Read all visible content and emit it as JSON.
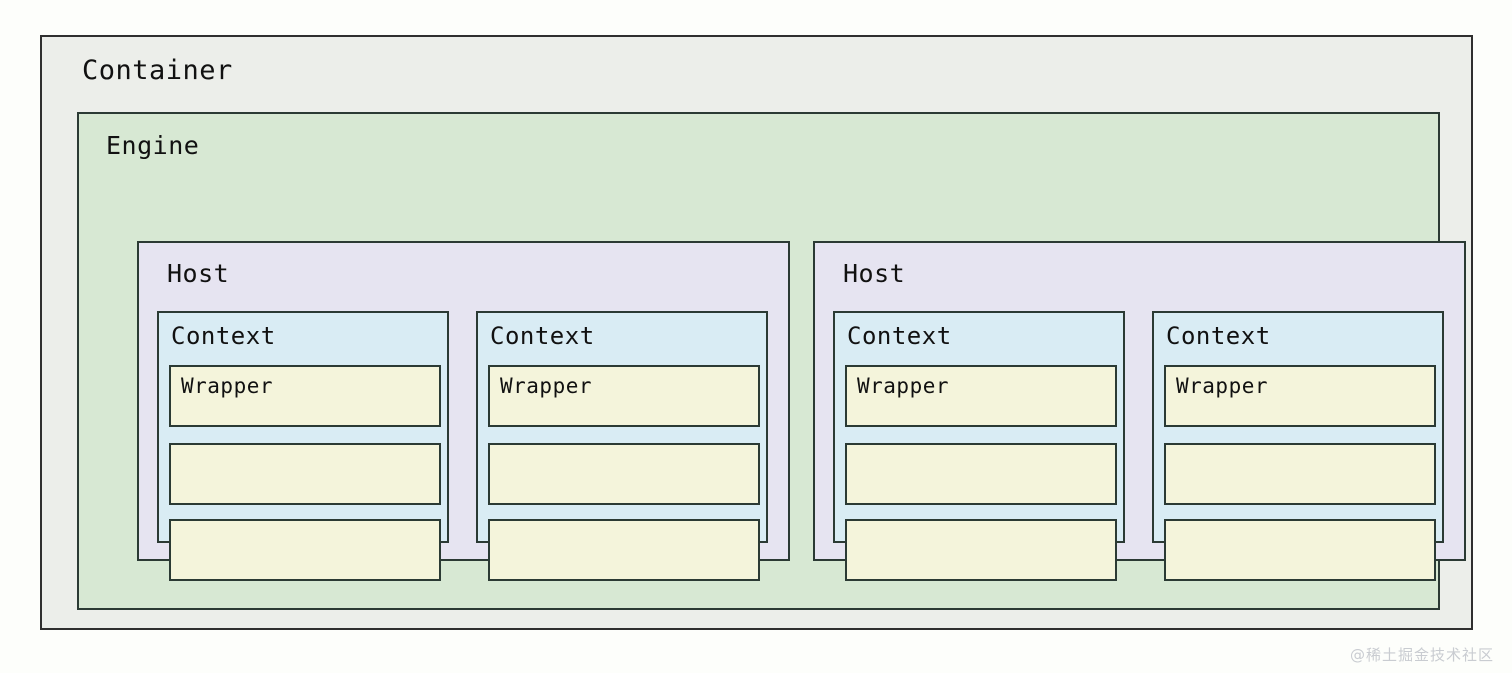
{
  "diagram": {
    "type": "nested-architecture",
    "background_color": "#fdfefb",
    "border_color": "#2b3a34",
    "container": {
      "label": "Container",
      "fill": "#eceeea",
      "engine": {
        "label": "Engine",
        "fill": "#d7e8d3",
        "hosts": [
          {
            "label": "Host",
            "fill": "#e6e4f1",
            "contexts": [
              {
                "label": "Context",
                "fill": "#d9ecf4",
                "wrappers": [
                  {
                    "label": "Wrapper",
                    "fill": "#f4f4db"
                  },
                  {
                    "label": "",
                    "fill": "#f4f4db"
                  },
                  {
                    "label": "",
                    "fill": "#f4f4db"
                  }
                ]
              },
              {
                "label": "Context",
                "fill": "#d9ecf4",
                "wrappers": [
                  {
                    "label": "Wrapper",
                    "fill": "#f4f4db"
                  },
                  {
                    "label": "",
                    "fill": "#f4f4db"
                  },
                  {
                    "label": "",
                    "fill": "#f4f4db"
                  }
                ]
              }
            ]
          },
          {
            "label": "Host",
            "fill": "#e6e4f1",
            "contexts": [
              {
                "label": "Context",
                "fill": "#d9ecf4",
                "wrappers": [
                  {
                    "label": "Wrapper",
                    "fill": "#f4f4db"
                  },
                  {
                    "label": "",
                    "fill": "#f4f4db"
                  },
                  {
                    "label": "",
                    "fill": "#f4f4db"
                  }
                ]
              },
              {
                "label": "Context",
                "fill": "#d9ecf4",
                "wrappers": [
                  {
                    "label": "Wrapper",
                    "fill": "#f4f4db"
                  },
                  {
                    "label": "",
                    "fill": "#f4f4db"
                  },
                  {
                    "label": "",
                    "fill": "#f4f4db"
                  }
                ]
              }
            ]
          }
        ]
      }
    }
  },
  "watermark": {
    "text": "@稀土掘金技术社区",
    "color": "#c9ccd1"
  }
}
